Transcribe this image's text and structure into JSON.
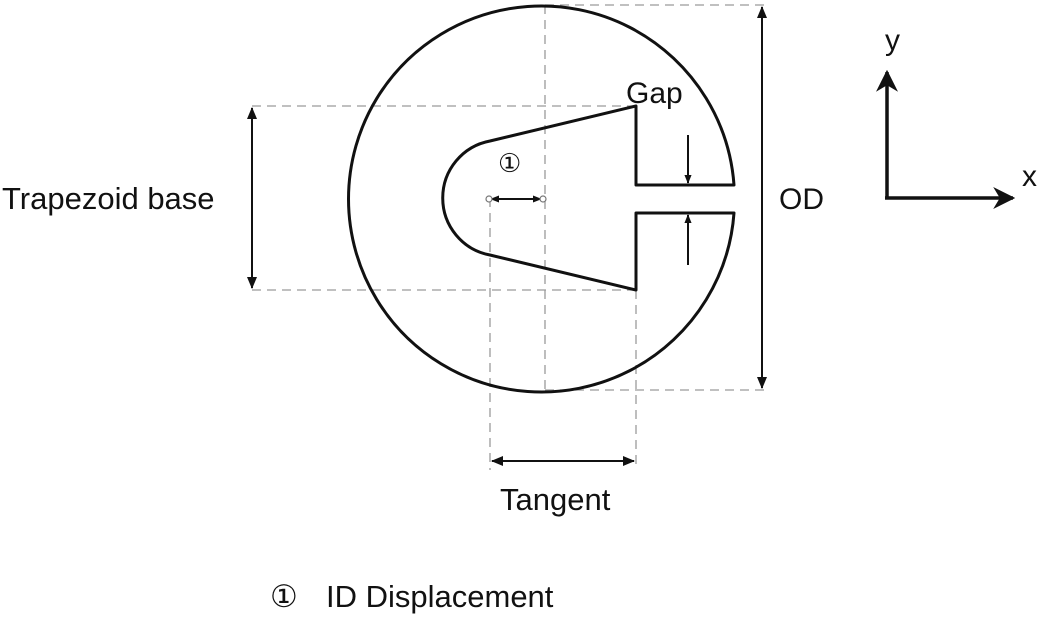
{
  "labels": {
    "gap": "Gap",
    "trapezoid_base": "Trapezoid base",
    "od": "OD",
    "tangent": "Tangent",
    "marker_one": "①",
    "axis_x": "x",
    "axis_y": "y"
  },
  "legend": {
    "marker": "①",
    "text": "ID Displacement"
  },
  "colors": {
    "outline": "#111111",
    "dashed": "#9a9a9a",
    "background": "#ffffff"
  }
}
